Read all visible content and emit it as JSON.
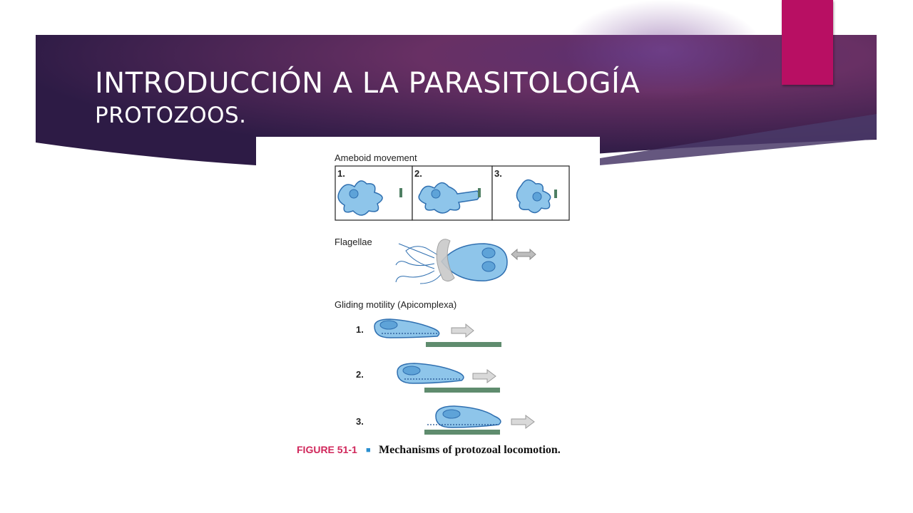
{
  "slide": {
    "title_line1": "INTRODUCCIÓN A LA PARASITOLOGÍA",
    "title_line2": "PROTOZOOS."
  },
  "figure": {
    "ameboid_label": "Ameboid movement",
    "ameboid_steps": [
      "1.",
      "2.",
      "3."
    ],
    "flagellae_label": "Flagellae",
    "gliding_label": "Gliding motility (Apicomplexa)",
    "gliding_steps": [
      "1.",
      "2.",
      "3."
    ],
    "caption_number": "FIGURE 51-1",
    "caption_bullet": "■",
    "caption_text": "Mechanisms of protozoal locomotion."
  },
  "colors": {
    "banner_dark": "#2d1b45",
    "banner_mid": "#6a2f63",
    "pink_tab": "#b80f63",
    "cell_fill": "#8ec5ea",
    "cell_stroke": "#2f6fb0",
    "substrate": "#5f8c6e",
    "arrow_gray": "#c9c9c9",
    "caption_red": "#d0265a"
  }
}
